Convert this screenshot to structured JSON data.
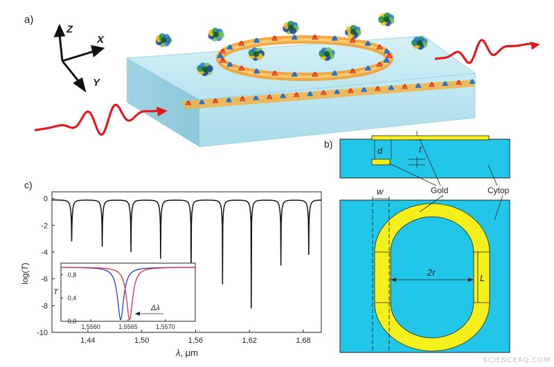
{
  "panel_a": {
    "label": "a)",
    "axes": {
      "z": "Z",
      "x": "X",
      "y": "Y"
    }
  },
  "panel_b": {
    "label": "b)",
    "dims": {
      "d": "d",
      "t": "t",
      "w": "w",
      "two_r": "2r",
      "L": "L"
    },
    "gold_label": "Gold",
    "cytop_label": "Cytop"
  },
  "panel_c": {
    "label": "c)",
    "xlabel_symbol": "λ",
    "xlabel_unit": ", μm",
    "ylabel_pre": "log(",
    "ylabel_var": "T",
    "ylabel_post": ")",
    "inset": {
      "ylabel": "T",
      "delta_label": "Δλ"
    }
  },
  "watermark": "SCIENCEAQ.COM",
  "chart_data": [
    {
      "type": "line",
      "name": "transmission spectrum",
      "xlim": [
        1.4,
        1.7
      ],
      "ylim": [
        -10,
        0.5
      ],
      "xticks": [
        1.44,
        1.5,
        1.56,
        1.62,
        1.68
      ],
      "xtick_labels": [
        "1,44",
        "1,50",
        "1,56",
        "1,62",
        "1,68"
      ],
      "yticks": [
        0,
        -2,
        -4,
        -6,
        -8,
        -10
      ],
      "ytick_labels": [
        "0",
        "-2",
        "-4",
        "-6",
        "-8",
        "-10"
      ],
      "baseline": -0.1,
      "dips": [
        {
          "x": 1.422,
          "y": -3.2
        },
        {
          "x": 1.456,
          "y": -3.6
        },
        {
          "x": 1.488,
          "y": -4.0
        },
        {
          "x": 1.521,
          "y": -4.5
        },
        {
          "x": 1.555,
          "y": -5.5
        },
        {
          "x": 1.59,
          "y": -6.4
        },
        {
          "x": 1.622,
          "y": -8.2
        },
        {
          "x": 1.655,
          "y": -5.0
        },
        {
          "x": 1.686,
          "y": -4.2
        }
      ],
      "color": "#111111"
    },
    {
      "type": "line",
      "name": "inset resonance",
      "xlim": [
        1.5556,
        1.5574
      ],
      "ylim": [
        0,
        1.0
      ],
      "xticks": [
        1.556,
        1.5565,
        1.557
      ],
      "xtick_labels": [
        "1,5560",
        "1,5565",
        "1,5570"
      ],
      "yticks": [
        0.0,
        0.4,
        0.8
      ],
      "ytick_labels": [
        "0,0",
        "0,4",
        "0,8"
      ],
      "series": [
        {
          "center": 1.5564,
          "depth": 0.97,
          "baseline": 0.93,
          "color": "#1f3fbf"
        },
        {
          "center": 1.55652,
          "depth": 0.97,
          "baseline": 0.93,
          "color": "#e0303a"
        }
      ]
    }
  ]
}
